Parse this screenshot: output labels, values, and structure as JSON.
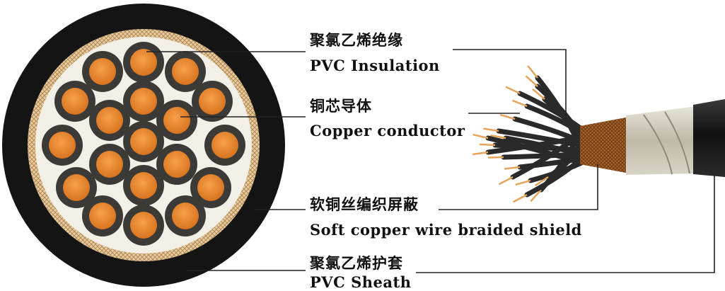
{
  "labels": {
    "insulation_cn": "聚氯乙烯绝缘",
    "insulation_en": "PVC Insulation",
    "conductor_cn": "铜芯导体",
    "conductor_en": "Copper conductor",
    "shield_cn": "软铜丝编织屏蔽",
    "shield_en": "Soft copper wire braided shield",
    "sheath_cn": "聚氯乙烯护套",
    "sheath_en": "PVC Sheath"
  },
  "colors": {
    "sheath": "#1a1a1a",
    "shield_braid": "#d8b98a",
    "filler": "#f2efe6",
    "insulation": "#3a3a3a",
    "conductor": "#e8842a",
    "leader_line": "#222222"
  },
  "icons": [
    "cable-cross-section",
    "cable-side-view"
  ]
}
